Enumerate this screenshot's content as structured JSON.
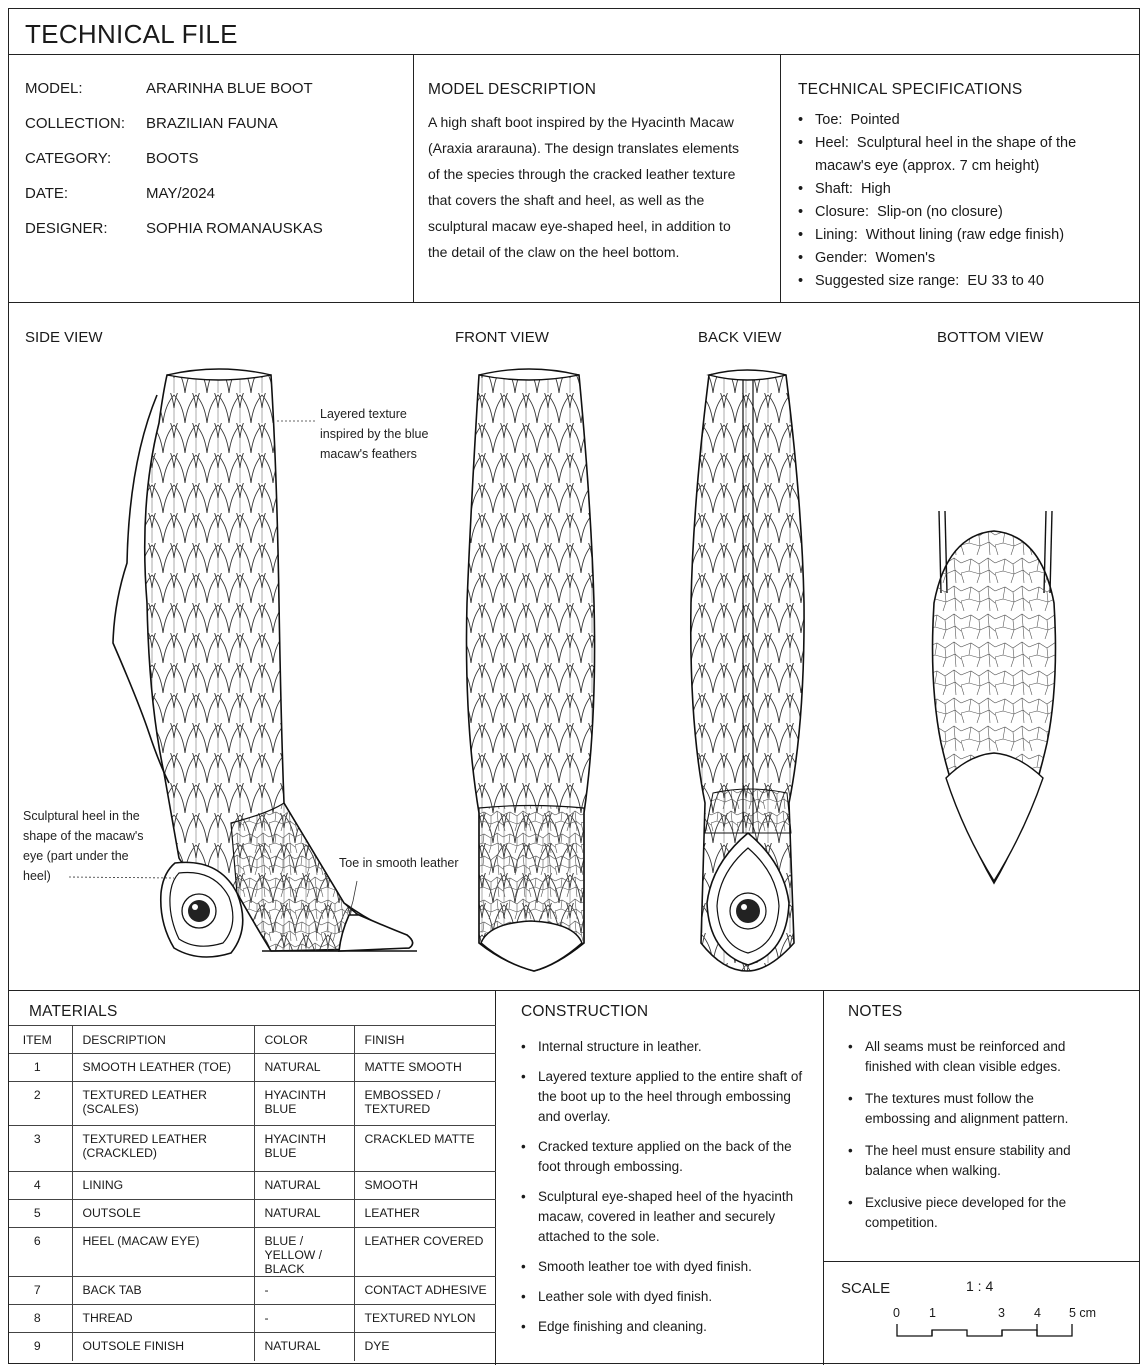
{
  "header": {
    "title": "TECHNICAL FILE"
  },
  "info": [
    {
      "label": "MODEL:",
      "value": "ARARINHA BLUE BOOT"
    },
    {
      "label": "COLLECTION:",
      "value": "BRAZILIAN FAUNA"
    },
    {
      "label": "CATEGORY:",
      "value": "BOOTS"
    },
    {
      "label": "DATE:",
      "value": "MAY/2024"
    },
    {
      "label": "DESIGNER:",
      "value": "SOPHIA ROMANAUSKAS"
    }
  ],
  "description": {
    "title": "MODEL DESCRIPTION",
    "lines": [
      "A high shaft boot inspired by the Hyacinth Macaw",
      "(Araxia ararauna). The design translates elements",
      "of the species through the cracked leather texture",
      "that covers the shaft and heel, as well as the",
      "sculptural macaw eye-shaped heel, in addition to",
      "the detail of the claw on the heel bottom."
    ]
  },
  "specs": {
    "title": "TECHNICAL SPECIFICATIONS",
    "items": [
      {
        "label": "Toe:",
        "value": "Pointed"
      },
      {
        "label": "Heel:",
        "value": "Sculptural heel in the shape of the",
        "value2": "macaw's eye (approx. 7 cm height)"
      },
      {
        "label": "Shaft:",
        "value": "High"
      },
      {
        "label": "Closure:",
        "value": "Slip-on (no closure)"
      },
      {
        "label": "Lining:",
        "value": "Without lining (raw edge finish)"
      },
      {
        "label": "Gender:",
        "value": "Women's"
      },
      {
        "label": "Suggested size range:",
        "value": "EU 33 to 40"
      }
    ]
  },
  "views": {
    "side": "SIDE VIEW",
    "front": "FRONT VIEW",
    "back": "BACK VIEW",
    "bottom": "BOTTOM VIEW",
    "annotations": {
      "texture": [
        "Layered texture",
        "inspired by the blue",
        "macaw's feathers"
      ],
      "heel": [
        "Sculptural heel in the",
        "shape of the macaw's",
        "eye (part under the",
        "heel)"
      ],
      "toe": "Toe in smooth leather"
    }
  },
  "materials": {
    "title": "MATERIALS",
    "headers": [
      "ITEM",
      "DESCRIPTION",
      "COLOR",
      "FINISH"
    ],
    "rows": [
      {
        "item": "1",
        "description": "SMOOTH LEATHER (TOE)",
        "color": "NATURAL",
        "finish": "MATTE SMOOTH"
      },
      {
        "item": "2",
        "description": "TEXTURED LEATHER (SCALES)",
        "color": "HYACINTH BLUE",
        "finish": "EMBOSSED / TEXTURED"
      },
      {
        "item": "3",
        "description": "TEXTURED LEATHER (CRACKLED)",
        "color": "HYACINTH BLUE",
        "finish": "CRACKLED MATTE"
      },
      {
        "item": "4",
        "description": "LINING",
        "color": "NATURAL",
        "finish": "SMOOTH"
      },
      {
        "item": "5",
        "description": "OUTSOLE",
        "color": "NATURAL",
        "finish": "LEATHER"
      },
      {
        "item": "6",
        "description": "HEEL (MACAW EYE)",
        "color": "BLUE / YELLOW / BLACK",
        "finish": "LEATHER COVERED"
      },
      {
        "item": "7",
        "description": "BACK TAB",
        "color": "-",
        "finish": "CONTACT ADHESIVE"
      },
      {
        "item": "8",
        "description": "THREAD",
        "color": "-",
        "finish": "TEXTURED NYLON"
      },
      {
        "item": "9",
        "description": "OUTSOLE FINISH",
        "color": "NATURAL",
        "finish": "DYE"
      }
    ]
  },
  "construction": {
    "title": "CONSTRUCTION",
    "items": [
      "Internal structure in leather.",
      "Layered texture applied to the entire shaft of the boot up to the heel through embossing and overlay.",
      "Cracked texture applied on the back of the foot through embossing.",
      "Sculptural eye-shaped heel of the hyacinth macaw, covered in leather and securely attached to the sole.",
      "Smooth leather toe with dyed finish.",
      "Leather sole with dyed finish.",
      "Edge finishing and cleaning."
    ]
  },
  "notes": {
    "title": "NOTES",
    "items": [
      "All seams must be reinforced and finished with clean visible edges.",
      "The textures must follow the embossing and alignment pattern.",
      "The heel must ensure stability and balance when walking.",
      "Exclusive piece developed for the competition."
    ]
  },
  "scale": {
    "label": "SCALE",
    "ratio": "1 : 4",
    "ticks": [
      "0",
      "1",
      "3",
      "4",
      "5 cm"
    ]
  }
}
